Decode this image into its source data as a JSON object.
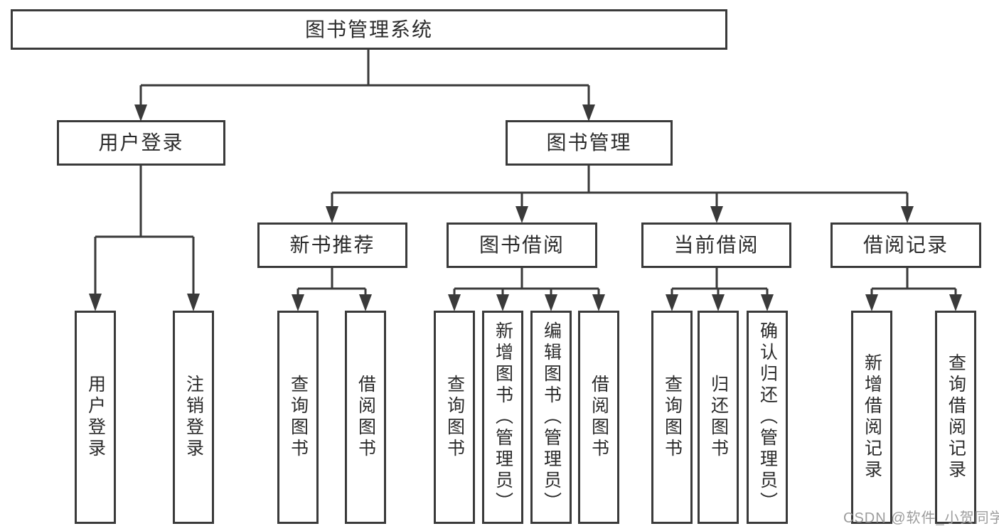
{
  "diagram_title": "图书管理系统",
  "tree": {
    "root": {
      "label": "图书管理系统",
      "children": [
        {
          "label": "用户登录",
          "children": [
            {
              "label": "用户登录"
            },
            {
              "label": "注销登录"
            }
          ]
        },
        {
          "label": "图书管理",
          "children": [
            {
              "label": "新书推荐",
              "children": [
                {
                  "label": "查询图书"
                },
                {
                  "label": "借阅图书"
                }
              ]
            },
            {
              "label": "图书借阅",
              "children": [
                {
                  "label": "查询图书"
                },
                {
                  "label": "新增图书（管理员）"
                },
                {
                  "label": "编辑图书（管理员）"
                },
                {
                  "label": "借阅图书"
                }
              ]
            },
            {
              "label": "当前借阅",
              "children": [
                {
                  "label": "查询图书"
                },
                {
                  "label": "归还图书"
                },
                {
                  "label": "确认归还（管理员）"
                }
              ]
            },
            {
              "label": "借阅记录",
              "children": [
                {
                  "label": "新增借阅记录"
                },
                {
                  "label": "查询借阅记录"
                }
              ]
            }
          ]
        }
      ]
    }
  },
  "watermark": {
    "text": "CSDN @软件_小贺同学"
  },
  "colors": {
    "box_border": "#3a3a3a",
    "connector_line": "#3a3a3a",
    "text": "#2b2b2b",
    "box_background": "#ffffff",
    "watermark_text": "#9c9c9c",
    "page_background": "#ffffff"
  }
}
